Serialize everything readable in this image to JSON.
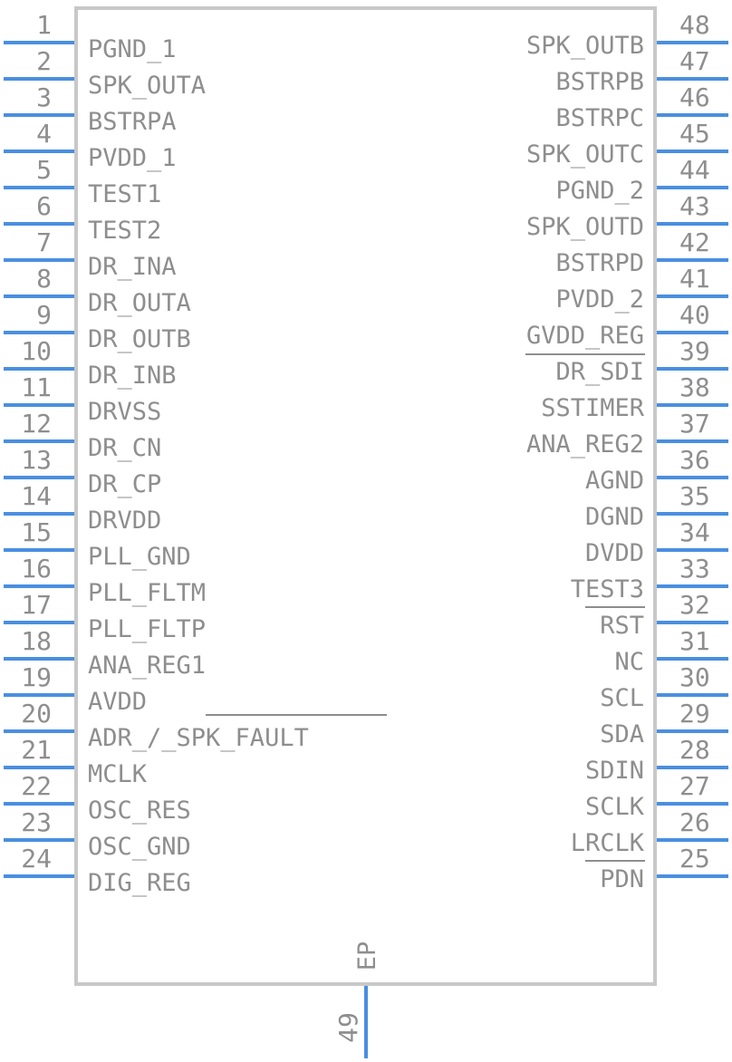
{
  "colors": {
    "body": "#c8c8c8",
    "pin": "#4a8fe0",
    "text": "#8e8e8e",
    "overline": "#8e8e8e"
  },
  "left_pins": [
    {
      "num": "1",
      "name": "PGND_1"
    },
    {
      "num": "2",
      "name": "SPK_OUTA"
    },
    {
      "num": "3",
      "name": "BSTRPA"
    },
    {
      "num": "4",
      "name": "PVDD_1"
    },
    {
      "num": "5",
      "name": "TEST1"
    },
    {
      "num": "6",
      "name": "TEST2"
    },
    {
      "num": "7",
      "name": "DR_INA"
    },
    {
      "num": "8",
      "name": "DR_OUTA"
    },
    {
      "num": "9",
      "name": "DR_OUTB"
    },
    {
      "num": "10",
      "name": "DR_INB"
    },
    {
      "num": "11",
      "name": "DRVSS"
    },
    {
      "num": "12",
      "name": "DR_CN"
    },
    {
      "num": "13",
      "name": "DR_CP"
    },
    {
      "num": "14",
      "name": "DRVDD"
    },
    {
      "num": "15",
      "name": "PLL_GND"
    },
    {
      "num": "16",
      "name": "PLL_FLTM"
    },
    {
      "num": "17",
      "name": "PLL_FLTP"
    },
    {
      "num": "18",
      "name": "ANA_REG1"
    },
    {
      "num": "19",
      "name": "AVDD"
    },
    {
      "num": "20",
      "name": "ADR_/_SPK_FAULT"
    },
    {
      "num": "21",
      "name": "MCLK"
    },
    {
      "num": "22",
      "name": "OSC_RES"
    },
    {
      "num": "23",
      "name": "OSC_GND"
    },
    {
      "num": "24",
      "name": "DIG_REG"
    }
  ],
  "right_pins": [
    {
      "num": "25",
      "name": "PDN"
    },
    {
      "num": "26",
      "name": "LRCLK"
    },
    {
      "num": "27",
      "name": "SCLK"
    },
    {
      "num": "28",
      "name": "SDIN"
    },
    {
      "num": "29",
      "name": "SDA"
    },
    {
      "num": "30",
      "name": "SCL"
    },
    {
      "num": "31",
      "name": "NC"
    },
    {
      "num": "32",
      "name": "RST"
    },
    {
      "num": "33",
      "name": "TEST3"
    },
    {
      "num": "34",
      "name": "DVDD"
    },
    {
      "num": "35",
      "name": "DGND"
    },
    {
      "num": "36",
      "name": "AGND"
    },
    {
      "num": "37",
      "name": "ANA_REG2"
    },
    {
      "num": "38",
      "name": "SSTIMER"
    },
    {
      "num": "39",
      "name": "DR_SDI"
    },
    {
      "num": "40",
      "name": "GVDD_REG"
    },
    {
      "num": "41",
      "name": "PVDD_2"
    },
    {
      "num": "42",
      "name": "BSTRPD"
    },
    {
      "num": "43",
      "name": "SPK_OUTD"
    },
    {
      "num": "44",
      "name": "PGND_2"
    },
    {
      "num": "45",
      "name": "SPK_OUTC"
    },
    {
      "num": "46",
      "name": "BSTRPC"
    },
    {
      "num": "47",
      "name": "BSTRPB"
    },
    {
      "num": "48",
      "name": "SPK_OUTB"
    }
  ],
  "bottom_pin": {
    "num": "49",
    "name": "EP"
  }
}
